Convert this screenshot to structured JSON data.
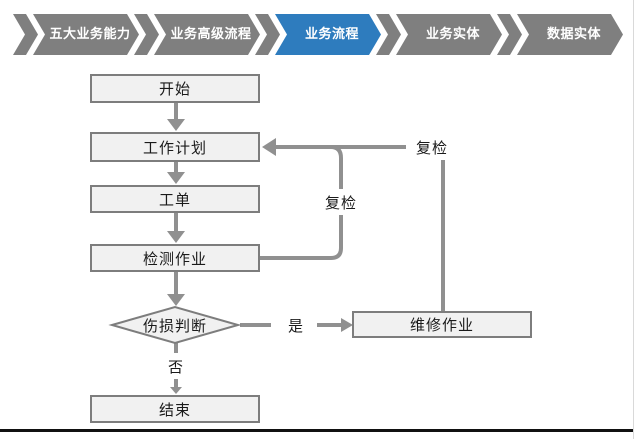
{
  "nav": {
    "items": [
      {
        "label": "五大业务能力",
        "active": false
      },
      {
        "label": "业务高级流程",
        "active": false
      },
      {
        "label": "业务流程",
        "active": true
      },
      {
        "label": "业务实体",
        "active": false
      },
      {
        "label": "数据实体",
        "active": false
      }
    ],
    "active_color": "#2E7CBE",
    "inactive_color": "#7f7f7f"
  },
  "flow": {
    "start": "开始",
    "plan": "工作计划",
    "order": "工单",
    "inspect": "检测作业",
    "decision": "伤损判断",
    "end": "结束",
    "repair": "维修作业"
  },
  "labels": {
    "recheck_loop": "复检",
    "recheck_repair": "复检",
    "yes": "是",
    "no": "否"
  },
  "colors": {
    "node_fill": "#f1f1f1",
    "node_border": "#7d7d7d",
    "connector": "#909090",
    "nav_active": "#2E7CBE",
    "nav_inactive": "#7f7f7f"
  }
}
